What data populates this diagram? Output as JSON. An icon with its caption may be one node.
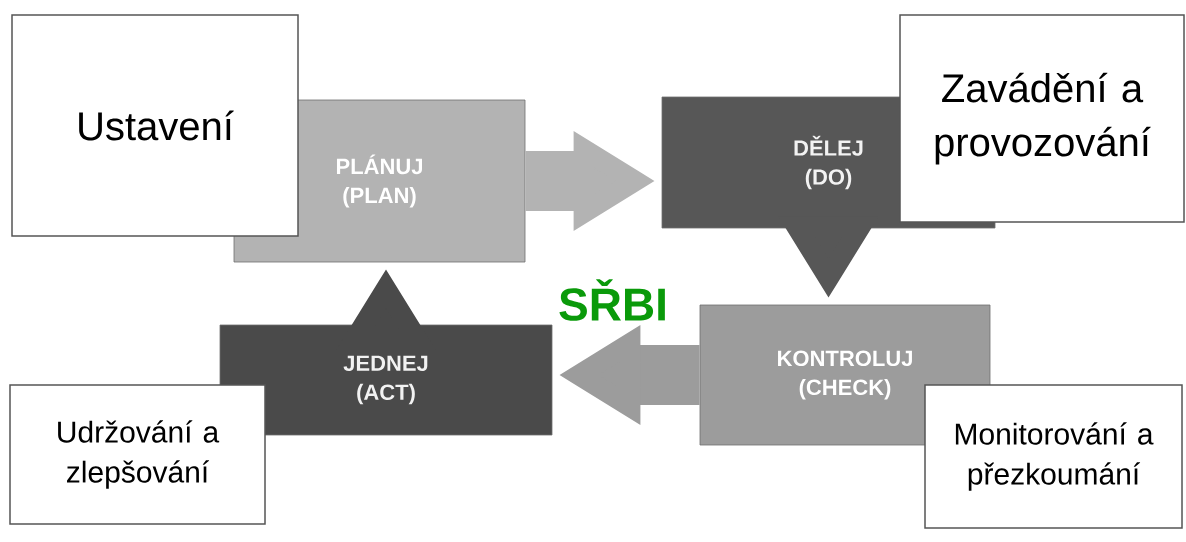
{
  "diagram": {
    "nodes": [
      {
        "text": [
          "Ustavení"
        ]
      },
      {
        "text": [
          "PLÁNUJ (PLAN)"
        ]
      },
      {
        "text": [
          "DĚLEJ (DO)"
        ]
      },
      {
        "text": [
          "Zavádění a provozování"
        ]
      },
      {
        "text": [
          "KONTROLUJ (CHECK)"
        ]
      },
      {
        "text": [
          "JEDNEJ (ACT)"
        ]
      },
      {
        "text": [
          "Udržování a zlepšování"
        ]
      },
      {
        "text": [
          "Monitorování a přezkoumání"
        ]
      }
    ],
    "edges": [
      {
        "from": 1,
        "to": 2,
        "arrow": "to",
        "color": "#b3b3b3"
      },
      {
        "from": 2,
        "to": 4,
        "arrow": "to",
        "color": "#575757"
      },
      {
        "from": 4,
        "to": 5,
        "arrow": "to",
        "color": "#9c9c9c"
      },
      {
        "from": 5,
        "to": 1,
        "arrow": "to",
        "color": "#4a4a4a"
      }
    ],
    "labels": [
      "SŘBI"
    ]
  }
}
